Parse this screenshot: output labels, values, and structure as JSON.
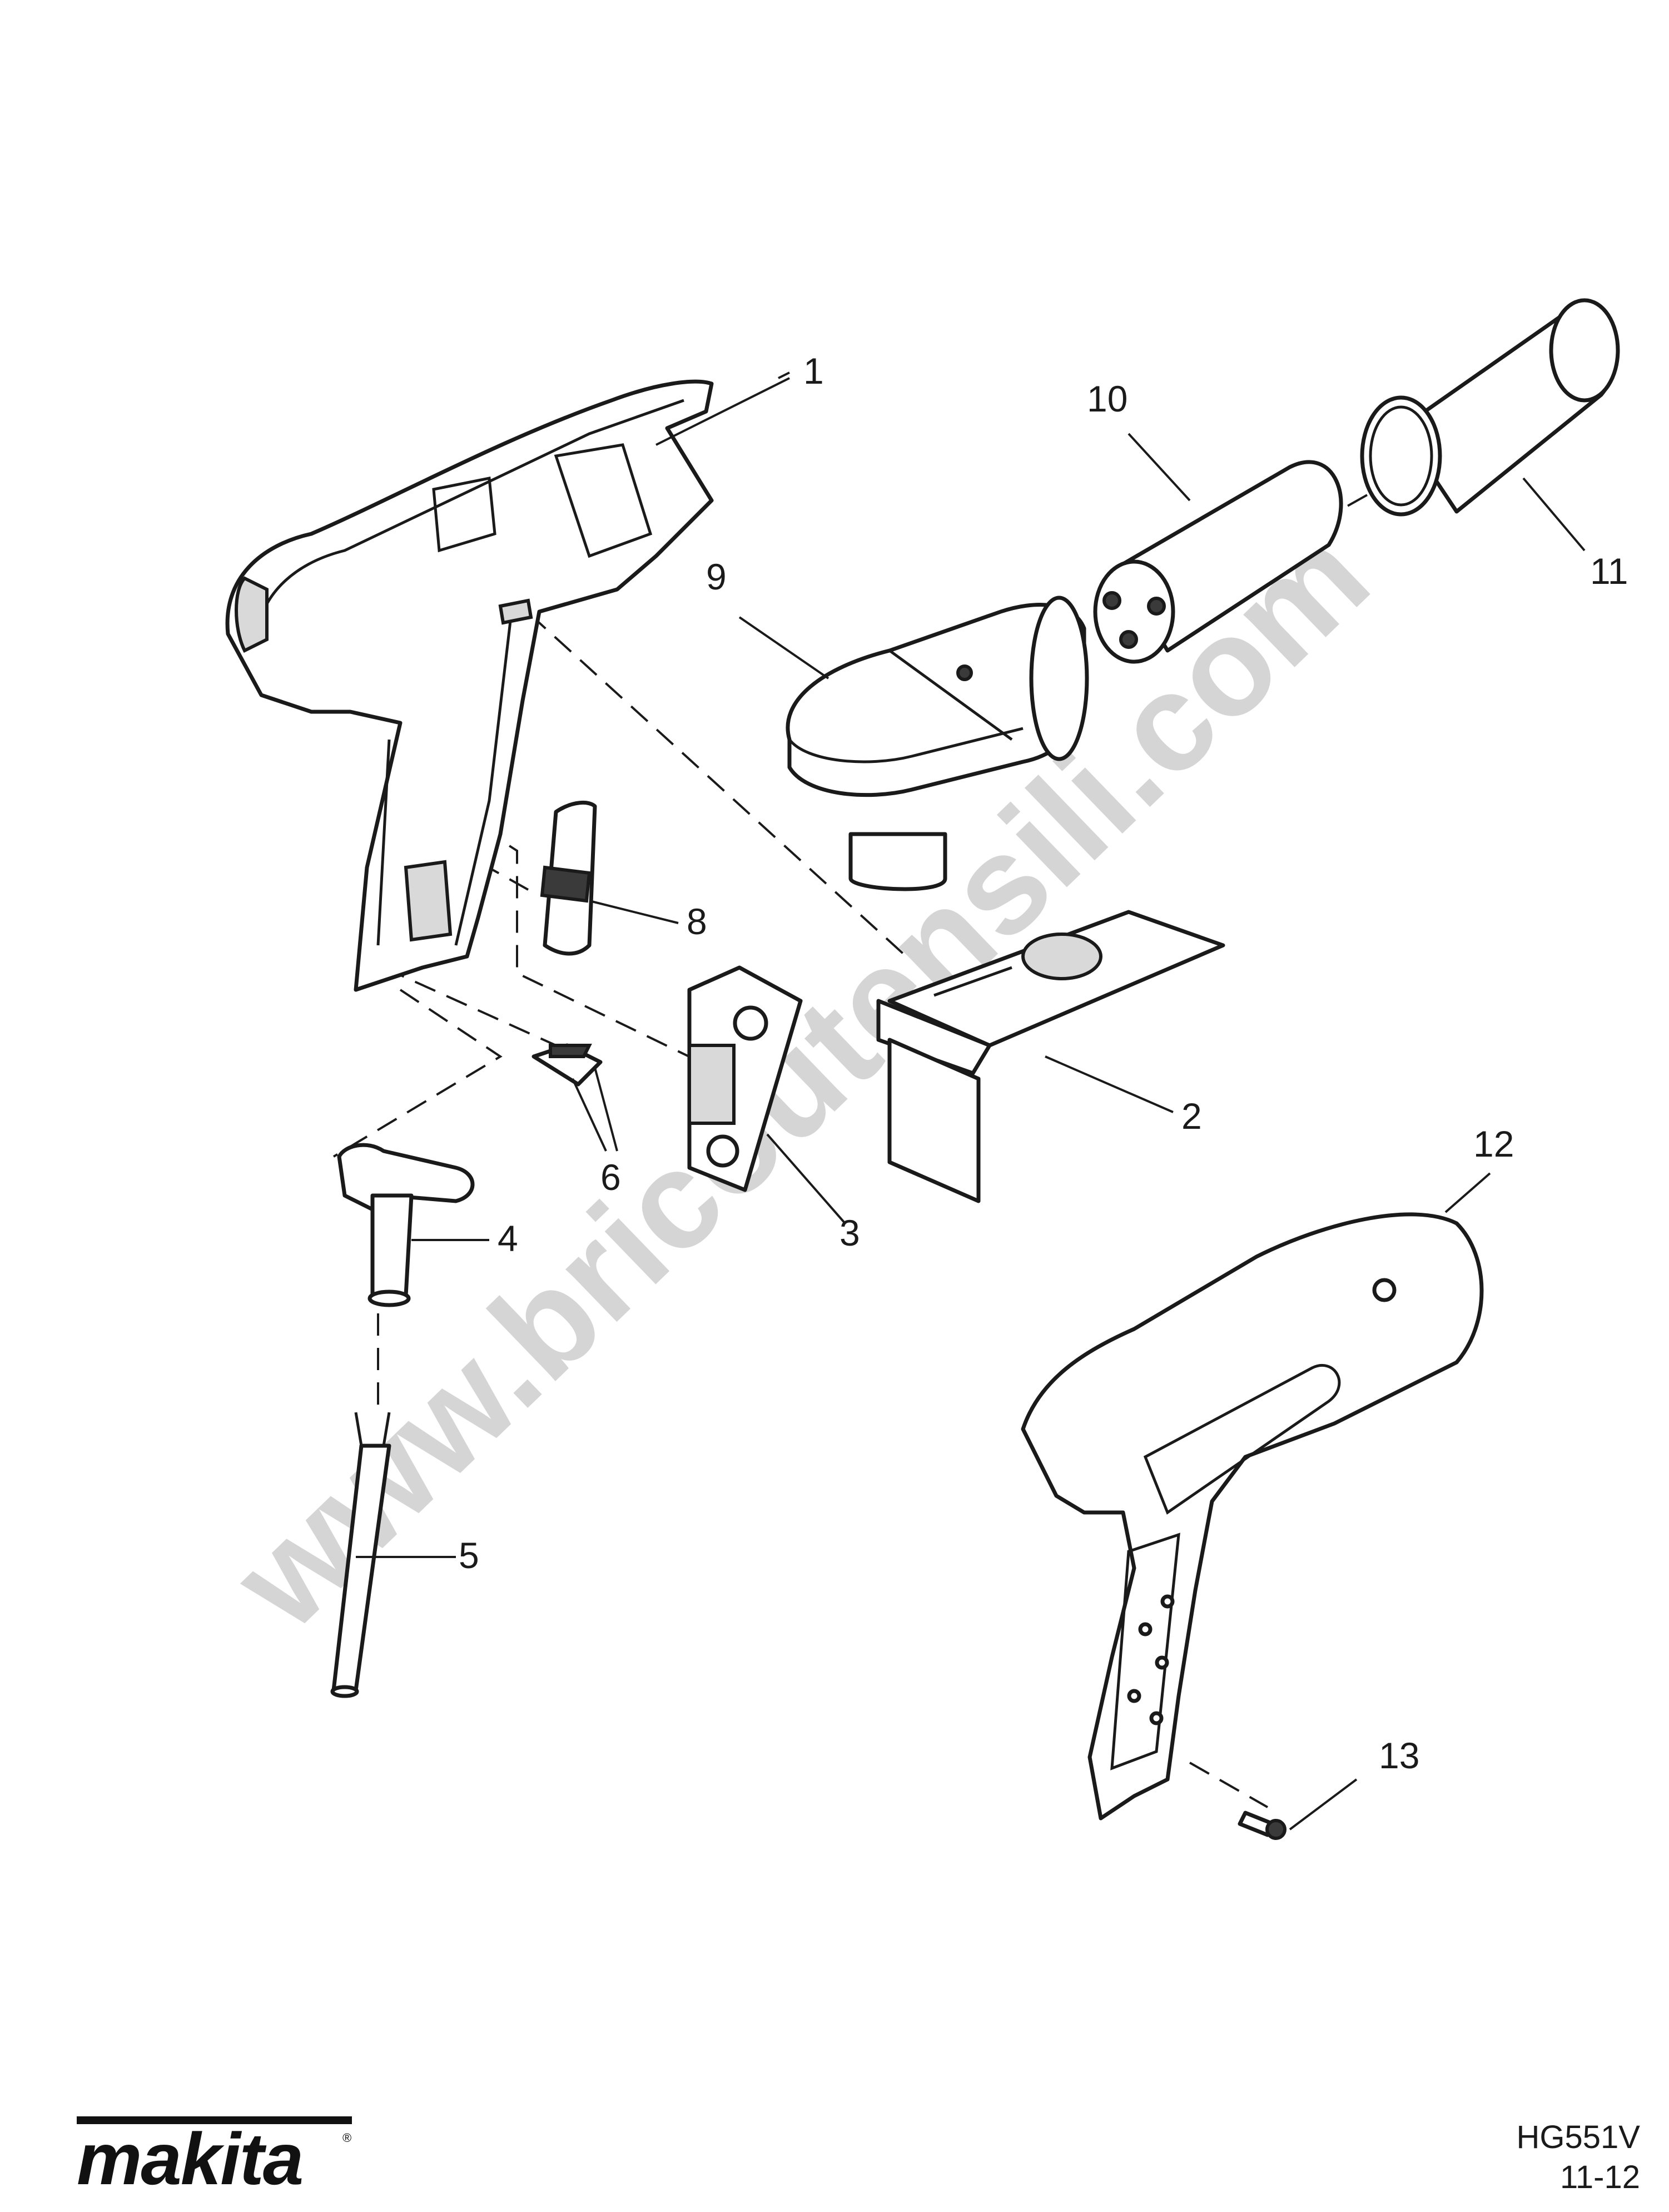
{
  "watermark": "www.bricoutensili.com",
  "brand": {
    "logo_text": "makita",
    "registered_mark": "®"
  },
  "document": {
    "model": "HG551V",
    "revision": "11-12"
  },
  "callouts": {
    "c1": "1",
    "c2": "2",
    "c3": "3",
    "c4": "4",
    "c5": "5",
    "c6": "6",
    "c8": "8",
    "c9": "9",
    "c10": "10",
    "c11": "11",
    "c12": "12",
    "c13": "13"
  }
}
